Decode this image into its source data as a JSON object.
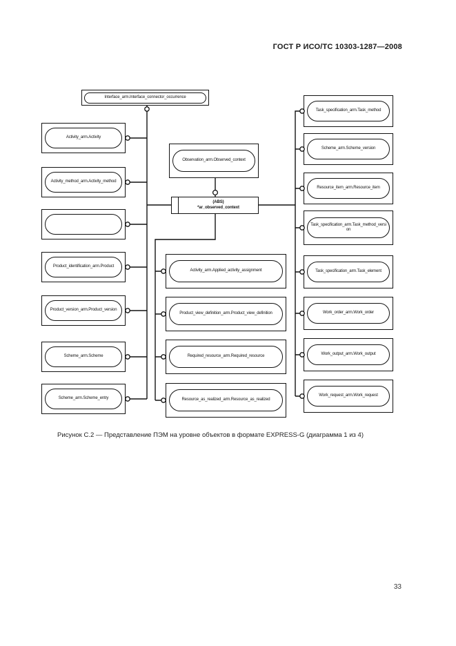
{
  "page": {
    "header": "ГОСТ Р ИСО/ТС 10303-1287—2008",
    "caption": "Рисунок С.2 — Представление ПЭМ на уровне объектов в формате EXPRESS-G (диаграмма 1 из 4)",
    "page_number": "33"
  },
  "diagram": {
    "top_node": {
      "label": "Interface_arm.Interface_connector_occurrence"
    },
    "observation_node": {
      "label": "Observation_arm.Observed_context"
    },
    "center_node": {
      "line1": "(ABS)",
      "line2": "*ar_observed_context"
    },
    "left_nodes": [
      {
        "label": "Activity_arm.Activity"
      },
      {
        "label": "Activity_method_arm.Activity_method"
      },
      {
        "label": ""
      },
      {
        "label": "Product_identification_arm.Product"
      },
      {
        "label": "Product_version_arm.Product_version"
      },
      {
        "label": "Scheme_arm.Scheme"
      },
      {
        "label": "Scheme_arm.Scheme_entry"
      }
    ],
    "middle_nodes": [
      {
        "label": "Activity_arm.Applied_activity_assignment"
      },
      {
        "label": "Product_view_definition_arm.Product_view_definition"
      },
      {
        "label": "Required_resource_arm.Required_resource"
      },
      {
        "label": "Resource_as_realized_arm.Resource_as_realized"
      }
    ],
    "right_nodes": [
      {
        "label": "Task_specification_arm.Task_method"
      },
      {
        "label": "Scheme_arm.Scheme_version"
      },
      {
        "label": "Resource_item_arm.Resource_item"
      },
      {
        "label": "Task_specification_arm.Task_method_version"
      },
      {
        "label": "Task_specification_arm.Task_element"
      },
      {
        "label": "Work_order_arm.Work_order"
      },
      {
        "label": "Work_output_arm.Work_output"
      },
      {
        "label": "Work_request_arm.Work_request"
      }
    ]
  }
}
